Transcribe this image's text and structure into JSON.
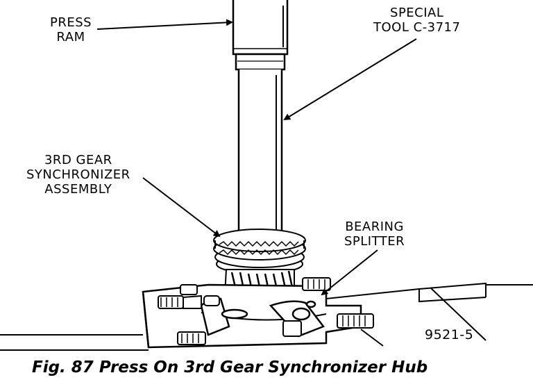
{
  "diagram": {
    "labels": {
      "press_ram": [
        "PRESS",
        "RAM"
      ],
      "special_tool": [
        "SPECIAL",
        "TOOL C-3717"
      ],
      "synchronizer": [
        "3RD GEAR",
        "SYNCHRONIZER",
        "ASSEMBLY"
      ],
      "bearing_splitter": [
        "BEARING",
        "SPLITTER"
      ]
    },
    "figure_number": "9521-5",
    "caption": "Fig. 87 Press On 3rd Gear Synchronizer Hub"
  },
  "colors": {
    "ink": "#000000",
    "paper": "#ffffff"
  }
}
